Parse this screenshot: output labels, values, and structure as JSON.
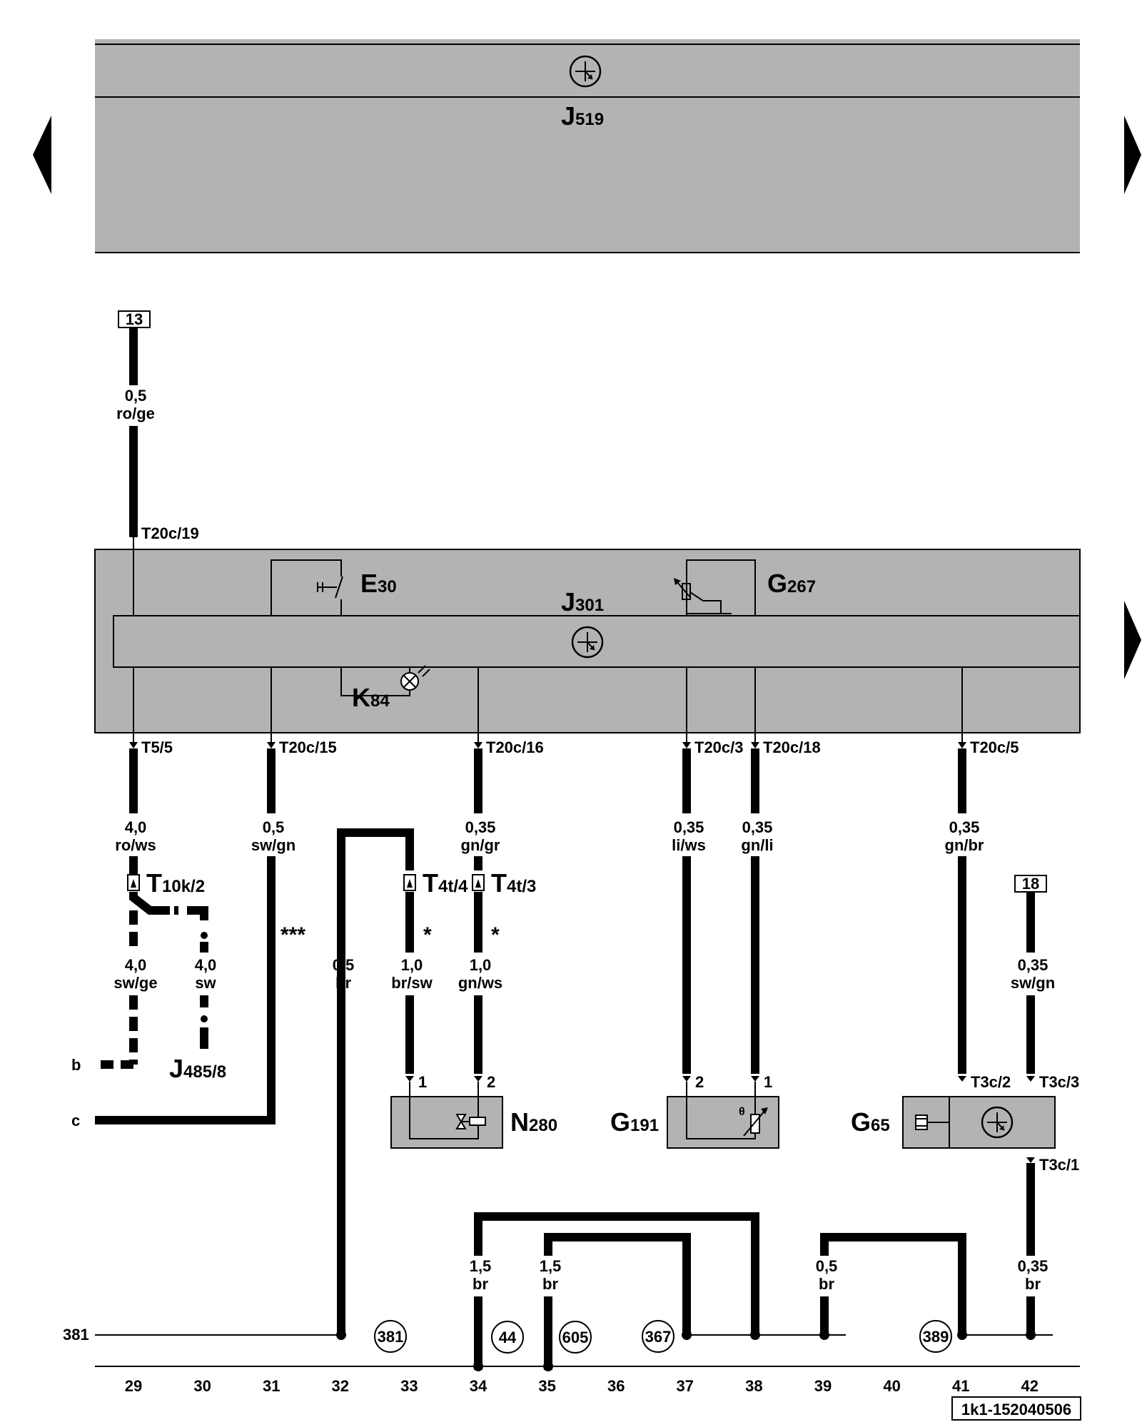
{
  "units": {
    "J519": {
      "name": "J",
      "sub": "519"
    },
    "J301": {
      "name": "J",
      "sub": "301"
    },
    "E30": {
      "name": "E",
      "sub": "30"
    },
    "G267": {
      "name": "G",
      "sub": "267"
    },
    "K84": {
      "name": "K",
      "sub": "84"
    },
    "N280": {
      "name": "N",
      "sub": "280"
    },
    "G191": {
      "name": "G",
      "sub": "191"
    },
    "G65": {
      "name": "G",
      "sub": "65"
    },
    "T10k": {
      "name": "T",
      "sub": "10k/2"
    },
    "T4t4": {
      "name": "T",
      "sub": "4t/4"
    },
    "T4t3": {
      "name": "T",
      "sub": "4t/3"
    },
    "J485": {
      "name": "J",
      "sub": "485/8"
    }
  },
  "refs": {
    "r13": "13",
    "r18": "18"
  },
  "connectors": {
    "t20c19": "T20c/19",
    "t55": "T5/5",
    "t20c15": "T20c/15",
    "t20c16": "T20c/16",
    "t20c3": "T20c/3",
    "t20c18": "T20c/18",
    "t20c5": "T20c/5",
    "t3c2": "T3c/2",
    "t3c3": "T3c/3",
    "t3c1": "T3c/1"
  },
  "pins": {
    "n280_1": "1",
    "n280_2": "2",
    "g191_2": "2",
    "g191_1": "1"
  },
  "wires": {
    "w13": {
      "size": "0,5",
      "color": "ro/ge"
    },
    "w29": {
      "size": "4,0",
      "color": "ro/ws"
    },
    "w29b": {
      "size": "4,0",
      "color": "sw/ge"
    },
    "w30": {
      "size": "4,0",
      "color": "sw"
    },
    "w31": {
      "size": "0,5",
      "color": "sw/gn"
    },
    "w32": {
      "size": "0,5",
      "color": "br"
    },
    "w33": {
      "size": "1,0",
      "color": "br/sw"
    },
    "w34a": {
      "size": "0,35",
      "color": "gn/gr"
    },
    "w34b": {
      "size": "1,0",
      "color": "gn/ws"
    },
    "w37": {
      "size": "0,35",
      "color": "li/ws"
    },
    "w38": {
      "size": "0,35",
      "color": "gn/li"
    },
    "w41": {
      "size": "0,35",
      "color": "gn/br"
    },
    "w42a": {
      "size": "0,35",
      "color": "sw/gn"
    },
    "wg34": {
      "size": "1,5",
      "color": "br"
    },
    "wg35": {
      "size": "1,5",
      "color": "br"
    },
    "wg39": {
      "size": "0,5",
      "color": "br"
    },
    "wg42": {
      "size": "0,35",
      "color": "br"
    }
  },
  "notes": {
    "n1": "***",
    "n2": "*",
    "n3": "*"
  },
  "ends": {
    "b": "b",
    "c": "c",
    "g381": "381"
  },
  "grounds": {
    "c381": "381",
    "c44": "44",
    "c605": "605",
    "c367": "367",
    "c389": "389"
  },
  "columns": [
    "29",
    "30",
    "31",
    "32",
    "33",
    "34",
    "35",
    "36",
    "37",
    "38",
    "39",
    "40",
    "41",
    "42"
  ],
  "footer": {
    "code": "1k1-152040506"
  }
}
